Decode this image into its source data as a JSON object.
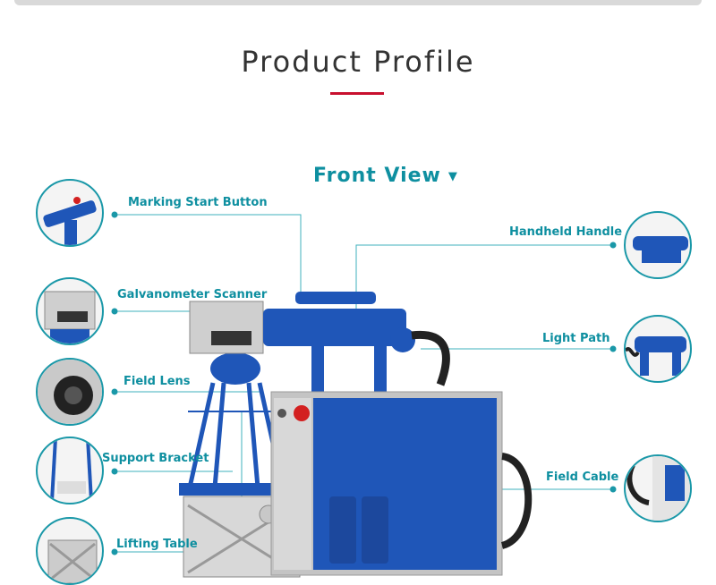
{
  "header": {
    "title": "Product Profile"
  },
  "section": {
    "title": "Front View",
    "marker": "▼"
  },
  "features": {
    "marking_start_button": "Marking Start Button",
    "galvanometer_scanner": "Galvanometer Scanner",
    "field_lens": "Field Lens",
    "support_bracket": "Support Bracket",
    "lifting_table": "Lifting Table",
    "handheld_handle": "Handheld Handle",
    "light_path": "Light Path",
    "field_cable": "Field Cable"
  },
  "colors": {
    "accent_teal": "#0e8fa0",
    "title_rule_red": "#c8102e",
    "machine_blue": "#1f56b8"
  }
}
